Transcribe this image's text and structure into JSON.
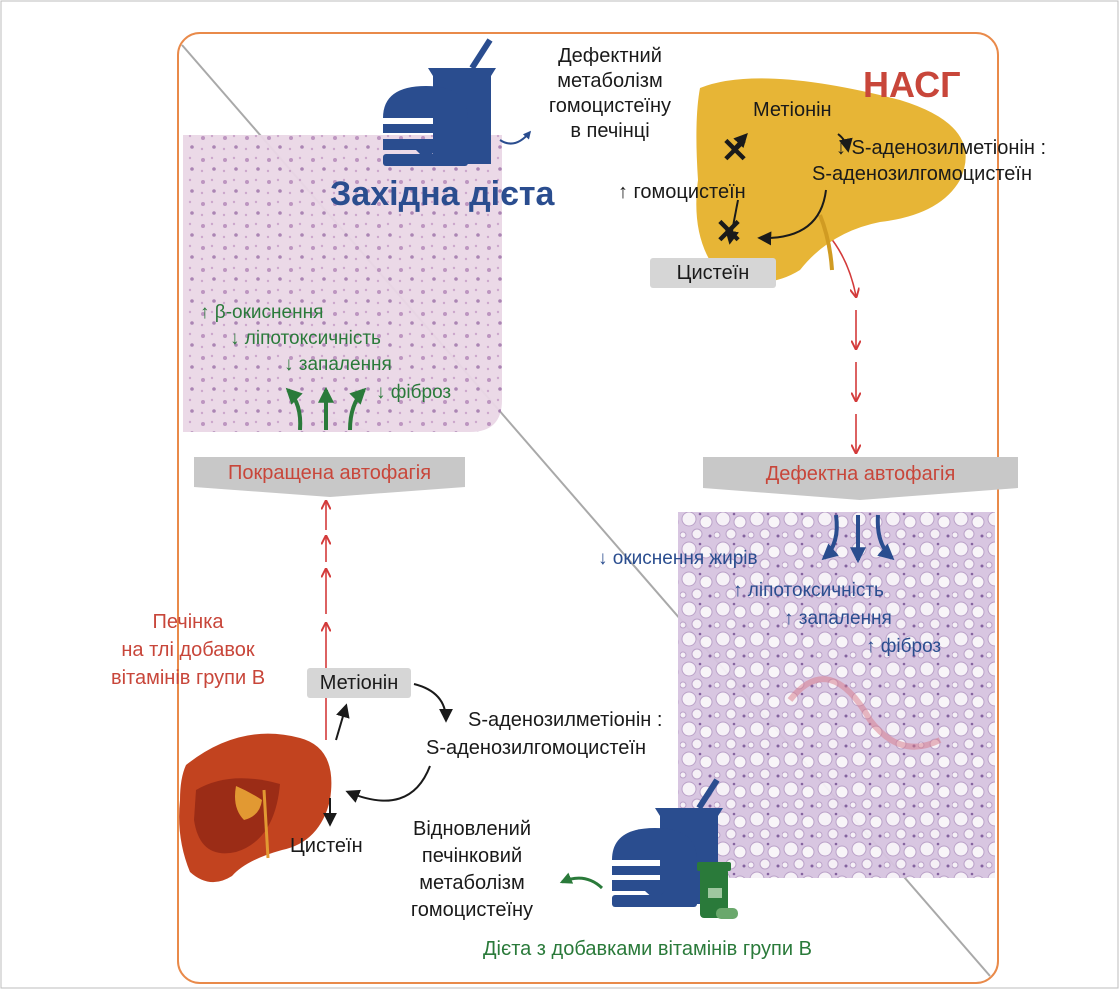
{
  "top_right": {
    "title": "НАСГ",
    "methionine": "Метіонін",
    "sam_line1": "↓ S-аденозилметіонін :",
    "sam_line2": "S-аденозилгомоцистеїн",
    "homocysteine": "↑ гомоцистеїн",
    "cysteine": "Цистеїн"
  },
  "western_diet": {
    "label": "Західна дієта",
    "effect_lines": [
      "Дефектний",
      "метаболізм",
      "гомоцистеїну",
      "в печінці"
    ]
  },
  "improved": {
    "banner": "Покращена автофагія",
    "effects": [
      "↑ β-окиснення",
      "↓ ліпотоксичність",
      "↓ запалення",
      "↓ фіброз"
    ]
  },
  "defective": {
    "banner": "Дефектна автофагія",
    "effects": [
      "↓ окиснення жирів",
      "↑ ліпотоксичність",
      "↑ запалення",
      "↑ фіброз"
    ]
  },
  "bottom_left": {
    "liver_label_lines": [
      "Печінка",
      "на тлі добавок",
      "вітамінів групи B"
    ],
    "methionine": "Метіонін",
    "sam_line1": "S-аденозилметіонін :",
    "sam_line2": "S-аденозилгомоцистеїн",
    "cysteine": "Цистеїн",
    "restored_lines": [
      "Відновлений",
      "печінковий",
      "метаболізм",
      "гомоцистеїну"
    ],
    "diet_label": "Дієта з добавками вітамінів групи B"
  },
  "colors": {
    "frame": "#e98a4a",
    "blue": "#2a4d8f",
    "green": "#2a7a3a",
    "red": "#c8463a",
    "liver_yellow": "#e7b536",
    "liver_red": "#c2431f"
  }
}
